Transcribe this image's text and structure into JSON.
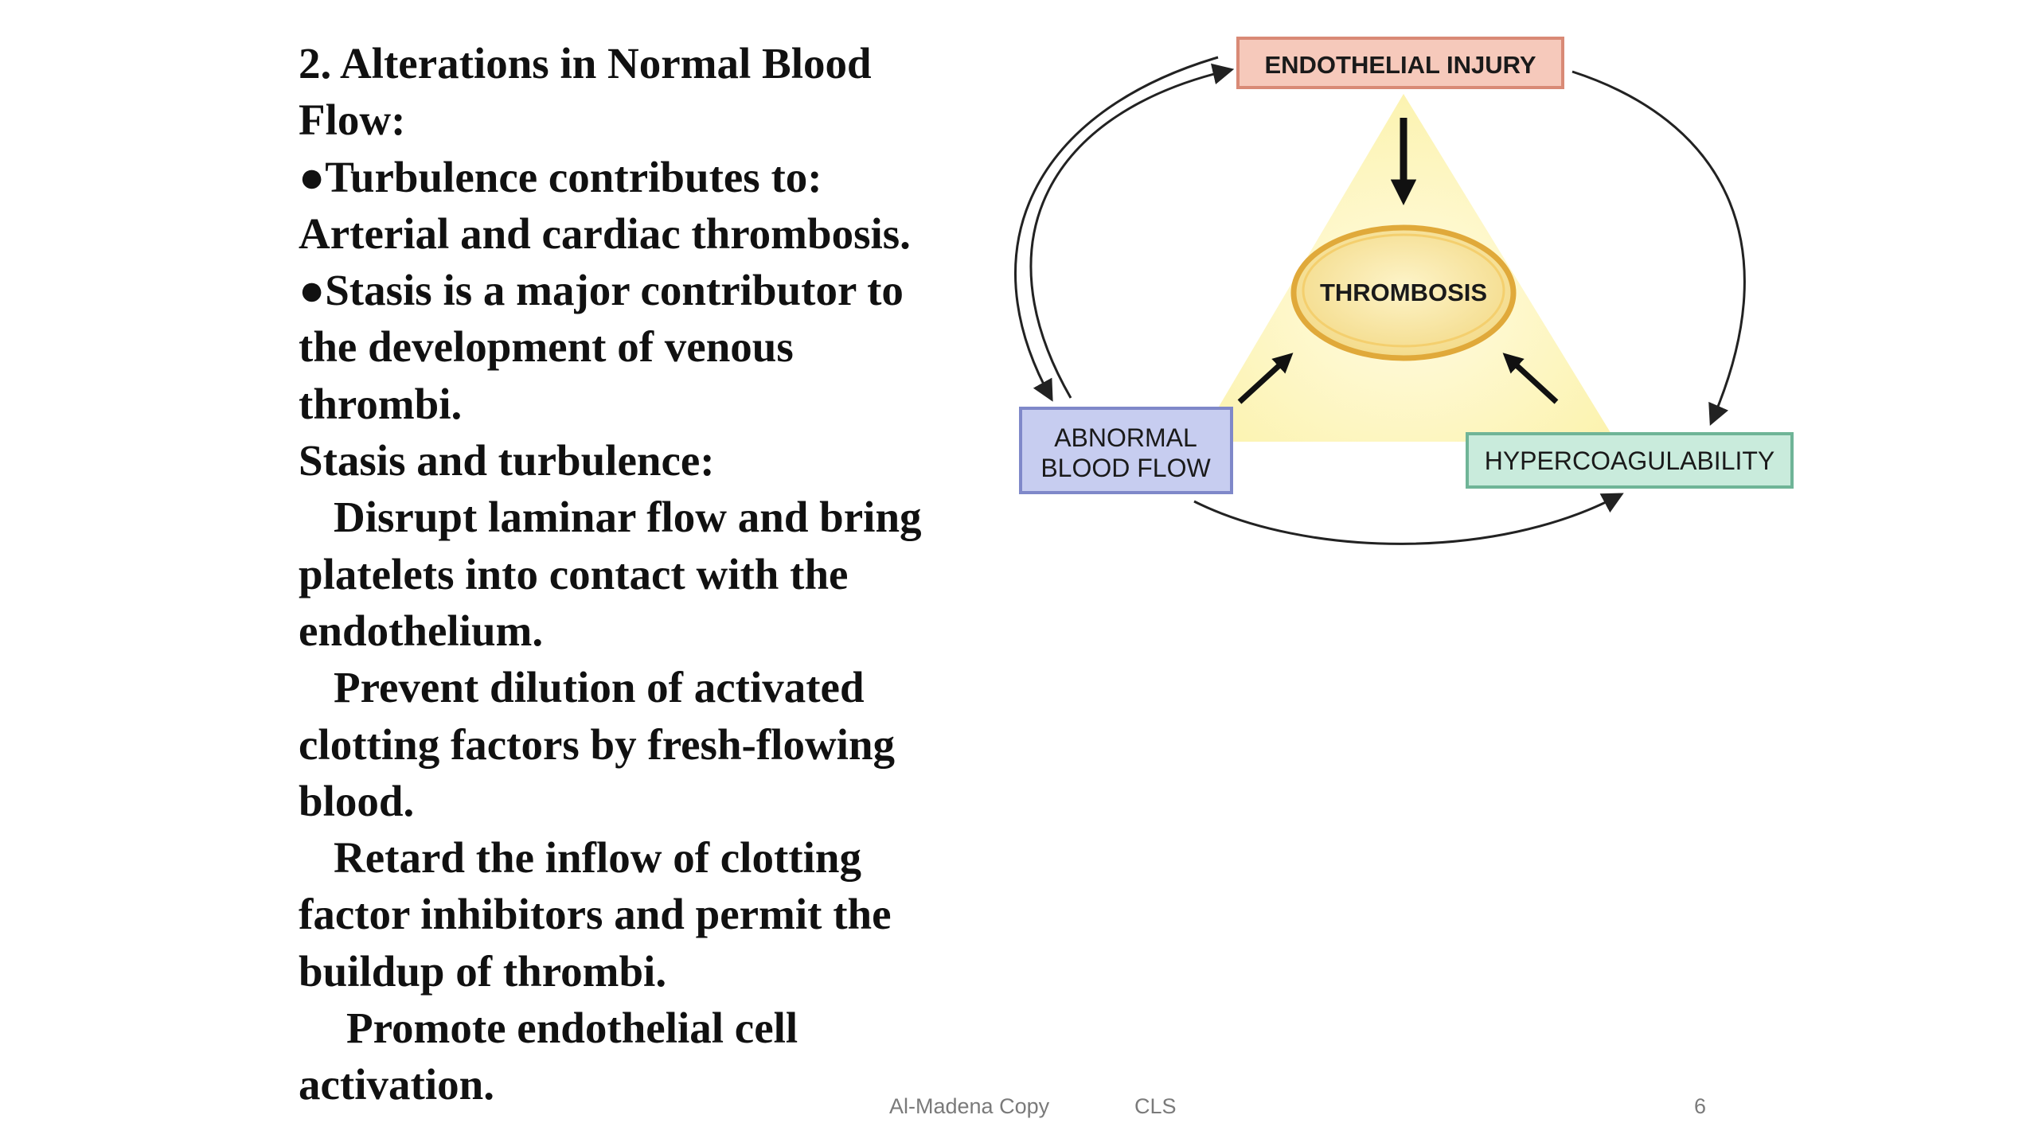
{
  "slide": {
    "lines": [
      "2. Alterations in Normal Blood",
      "Flow:",
      "●Turbulence contributes to:",
      "Arterial and cardiac thrombosis.",
      "●Stasis is a major contributor to",
      "the development of venous",
      "thrombi.",
      "Stasis and turbulence:",
      "Disrupt laminar flow and bring",
      "platelets into contact with the",
      "endothelium.",
      "Prevent dilution of activated",
      "clotting factors by fresh-flowing",
      "blood.",
      "Retard the inflow of clotting",
      "factor inhibitors and permit the",
      "buildup of thrombi.",
      "Promote endothelial cell",
      "activation."
    ]
  },
  "diagram": {
    "top_box": "ENDOTHELIAL INJURY",
    "center": "THROMBOSIS",
    "left_box_line1": "ABNORMAL",
    "left_box_line2": "BLOOD FLOW",
    "right_box": "HYPERCOAGULABILITY",
    "colors": {
      "top_fill": "#f6c9bb",
      "top_stroke": "#d98a76",
      "left_fill": "#c7cdf0",
      "left_stroke": "#7f88c9",
      "right_fill": "#c9ebdc",
      "right_stroke": "#6fb497",
      "triangle": "#fdf7c3",
      "ellipse_fill": "#faeeb0",
      "ellipse_stroke": "#e0a93a"
    }
  },
  "footer": {
    "left": "Al-Madena Copy",
    "middle": "CLS",
    "page_number": "6"
  }
}
